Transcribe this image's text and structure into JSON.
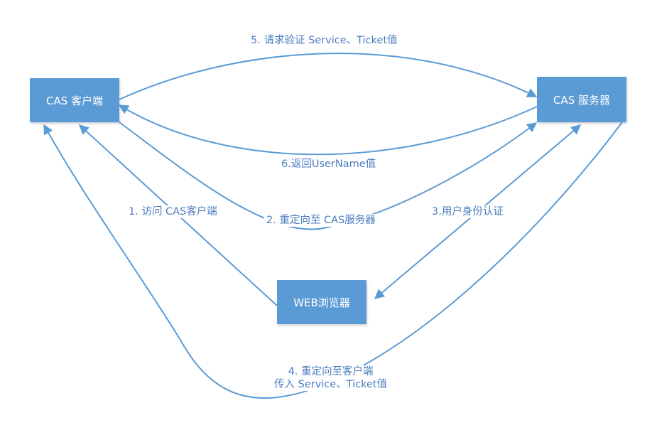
{
  "diagram": {
    "nodes": {
      "client": "CAS 客户端",
      "server": "CAS 服务器",
      "browser": "WEB浏览器"
    },
    "edges": {
      "step1": "1. 访问 CAS客户端",
      "step2": "2. 重定向至 CAS服务器",
      "step3": "3.用户身份认证",
      "step4_line1": "4. 重定向至客户端",
      "step4_line2": "传入 Service、Ticket值",
      "step5": "5. 请求验证 Service、Ticket值",
      "step6": "6.返回UserName值"
    },
    "colors": {
      "node_fill": "#5b9bd5",
      "node_text": "#ffffff",
      "line": "#5b9bd5",
      "label_text": "#4a7cbf"
    }
  }
}
